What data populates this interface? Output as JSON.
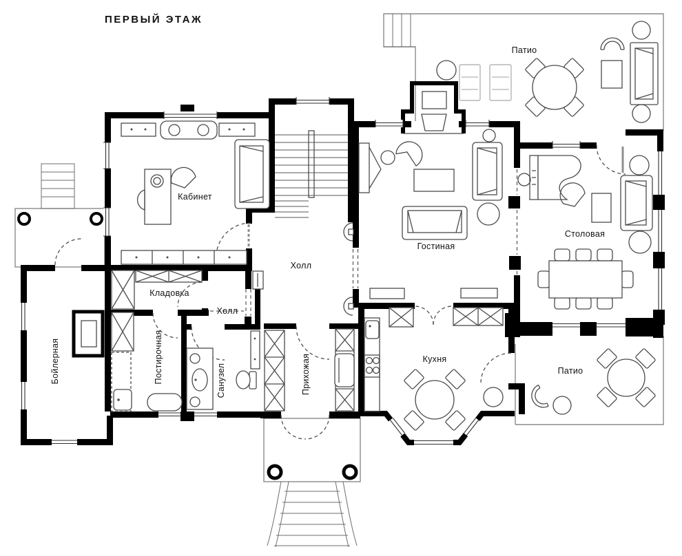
{
  "title": "ПЕРВЫЙ ЭТАЖ",
  "rooms": {
    "study": "Кабинет",
    "hall_main": "Холл",
    "hall_small": "Холл",
    "living": "Гостиная",
    "dining": "Столовая",
    "storage": "Кладовка",
    "boiler": "Бойлерная",
    "laundry": "Постирочная",
    "bathroom": "Санузел",
    "entry": "Прихожая",
    "kitchen": "Кухня",
    "patio_top": "Патио",
    "patio_bottom": "Патио"
  },
  "colors": {
    "wall": "#000000",
    "furniture_line": "#4a4a4a",
    "light_furniture_line": "#b5b5b5",
    "background": "#ffffff"
  }
}
